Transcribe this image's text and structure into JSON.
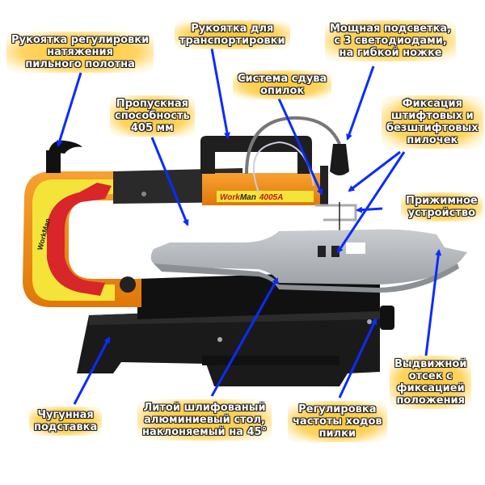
{
  "diagram": {
    "subject": "Лобзиковый станок WorkMan 4005A",
    "brand_badge": {
      "text_work": "Work",
      "text_man": "Man",
      "model": "4005A"
    },
    "arm_decal_text": "WorkMan",
    "colors": {
      "body_orange": "#f08a12",
      "decal_yellow": "#f4e43a",
      "dragon_red": "#d8262a",
      "cast_iron": "#1c1c1c",
      "table_aluminium": "#b9bcc0",
      "arrow_blue": "#0a2cff",
      "label_glow": "#ffc628"
    },
    "callouts": [
      {
        "id": "tension-handle",
        "lines": [
          "Рукоятка регулировки",
          "натяжения",
          "пильного полотна"
        ]
      },
      {
        "id": "carry-handle",
        "lines": [
          "Рукоятка для",
          "транспортировки"
        ]
      },
      {
        "id": "led-light",
        "lines": [
          "Мощная подсветка,",
          "с 3 светодиодами,",
          "на гибкой ножке"
        ]
      },
      {
        "id": "dust-blower",
        "lines": [
          "Система сдува",
          "опилок"
        ]
      },
      {
        "id": "throat-capacity",
        "lines": [
          "Пропускная",
          "способность",
          "405 мм"
        ]
      },
      {
        "id": "blade-clamp",
        "lines": [
          "Фиксация",
          "штифтовых и",
          "безштифтовых",
          "пилочек"
        ]
      },
      {
        "id": "hold-down",
        "lines": [
          "Прижимное",
          "устройство"
        ]
      },
      {
        "id": "drawer",
        "lines": [
          "Выдвижной",
          "отсек с",
          "фиксацией",
          "положения"
        ]
      },
      {
        "id": "speed-control",
        "lines": [
          "Регулировка",
          "частоты ходов",
          "пилки"
        ]
      },
      {
        "id": "tilt-table",
        "lines": [
          "Литой шлифованый",
          "алюминиевый стол,",
          "наклоняемый на 45°"
        ]
      },
      {
        "id": "cast-base",
        "lines": [
          "Чугунная",
          "подставка"
        ]
      }
    ]
  }
}
